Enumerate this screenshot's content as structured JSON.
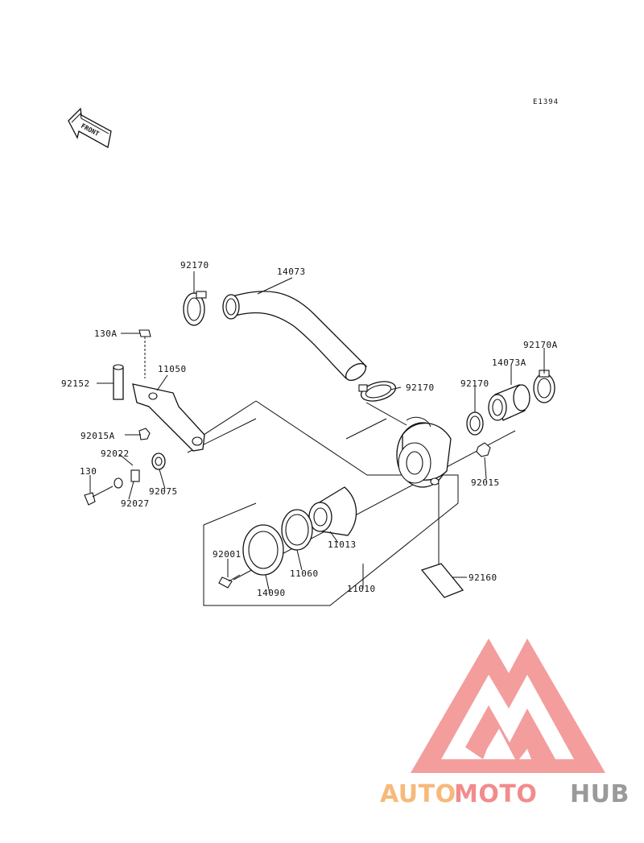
{
  "diagram_code": "E1394",
  "front_label": "FRONT",
  "parts": {
    "clamp_upper_left": "92170",
    "duct_upper": "14073",
    "bolt_top": "130A",
    "collar": "92152",
    "bracket": "11050",
    "nut_bracket": "92015A",
    "spacer": "92022",
    "bolt_bottom": "130",
    "washer": "92027",
    "grommet": "92075",
    "clamp_mid": "92170",
    "clamp_right": "92170",
    "duct_right": "14073A",
    "clamp_far_right": "92170A",
    "nut_right": "92015",
    "element": "11013",
    "seal": "11060",
    "cover": "14090",
    "bolt_wing": "92001",
    "air_cleaner_assy": "11010",
    "label_plate": "92160"
  },
  "watermark": {
    "part1": "AUTO",
    "part2": "MOTO",
    "part3": "HUB",
    "color_orange": "#f7b97a",
    "color_pink": "#f28c8c",
    "color_grey": "#9a9a9a"
  }
}
